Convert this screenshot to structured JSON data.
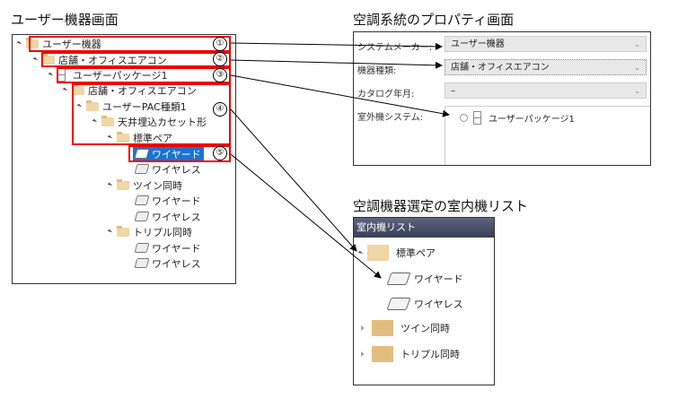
{
  "left": {
    "title": "ユーザー機器画面",
    "tree": [
      {
        "label": "ユーザー機器",
        "icon": "folder"
      },
      {
        "label": "店舗・オフィスエアコン",
        "icon": "folder"
      },
      {
        "label": "ユーザーパッケージ1",
        "icon": "package"
      },
      {
        "label": "店舗・オフィスエアコン",
        "icon": "folder"
      },
      {
        "label": "ユーザーPAC種類1",
        "icon": "folder"
      },
      {
        "label": "天井埋込カセット形",
        "icon": "folder"
      },
      {
        "label": "標準ペア",
        "icon": "folder"
      },
      {
        "label": "ワイヤード",
        "icon": "indoor-unit",
        "selected": true
      },
      {
        "label": "ワイヤレス",
        "icon": "indoor-unit"
      },
      {
        "label": "ツイン同時",
        "icon": "folder"
      },
      {
        "label": "ワイヤード",
        "icon": "indoor-unit"
      },
      {
        "label": "ワイヤレス",
        "icon": "indoor-unit"
      },
      {
        "label": "トリプル同時",
        "icon": "folder"
      },
      {
        "label": "ワイヤード",
        "icon": "indoor-unit"
      },
      {
        "label": "ワイヤレス",
        "icon": "indoor-unit"
      }
    ],
    "markers": [
      "①",
      "②",
      "③",
      "④",
      "⑤"
    ]
  },
  "props": {
    "title": "空調系統のプロパティ画面",
    "fields": [
      {
        "label": "システムメーカー:",
        "value": "ユーザー機器"
      },
      {
        "label": "機器種類:",
        "value": "店舗・オフィスエアコン"
      },
      {
        "label": "カタログ年月:",
        "value": "–"
      }
    ],
    "outdoor_label": "室外機システム:",
    "outdoor_item": "ユーザーパッケージ1"
  },
  "list": {
    "title": "空調機器選定の室内機リスト",
    "header": "室内機リスト",
    "items": [
      {
        "label": "標準ペア",
        "expanded": true
      },
      {
        "label": "ワイヤード"
      },
      {
        "label": "ワイヤレス"
      },
      {
        "label": "ツイン同時",
        "expanded": false
      },
      {
        "label": "トリプル同時",
        "expanded": false
      }
    ]
  },
  "colors": {
    "highlight": "#e00000",
    "selection": "#1874d2",
    "folder": "#e3bd7f"
  }
}
